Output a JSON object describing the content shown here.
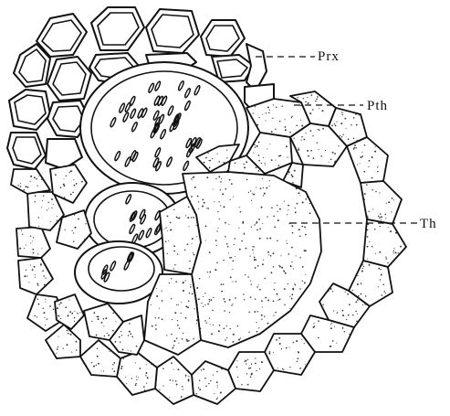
{
  "labels": {
    "prx": "Prx",
    "pth": "Pth",
    "th": "Th"
  }
}
